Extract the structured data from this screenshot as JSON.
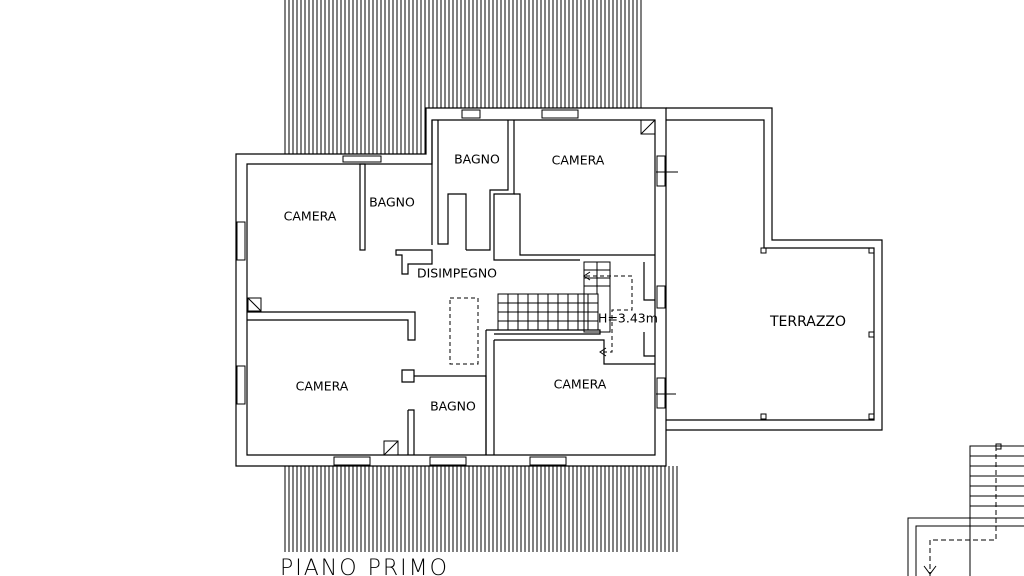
{
  "plan": {
    "title": "PIANO PRIMO",
    "rooms": {
      "camera_left": "CAMERA",
      "bagno_small": "BAGNO",
      "bagno_top": "BAGNO",
      "camera_top": "CAMERA",
      "disimpegno": "DISIMPEGNO",
      "terrazzo": "TERRAZZO",
      "camera_bottom_left": "CAMERA",
      "bagno_bottom": "BAGNO",
      "camera_bottom_right": "CAMERA"
    },
    "stair_height": "H=3.43m"
  }
}
